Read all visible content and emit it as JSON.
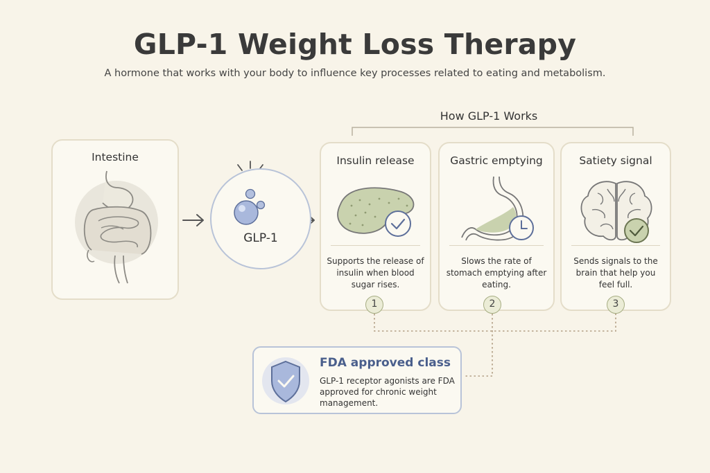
{
  "header": {
    "title": "GLP-1 Weight Loss Therapy",
    "subtitle": "A hormone that works with your body to influence key processes related to eating and metabolism."
  },
  "intestine_card": {
    "title": "Intestine"
  },
  "hormone": {
    "label": "GLP-1"
  },
  "how_it_works": {
    "label": "How GLP-1 Works",
    "steps": [
      {
        "number": "1",
        "title": "Insulin release",
        "description": "Supports the release of insulin when blood sugar rises.",
        "icon": "pancreas-check-icon"
      },
      {
        "number": "2",
        "title": "Gastric emptying",
        "description": "Slows the rate of stomach emptying after eating.",
        "icon": "stomach-clock-icon"
      },
      {
        "number": "3",
        "title": "Satiety signal",
        "description": "Sends signals to the brain that help you feel full.",
        "icon": "brain-check-icon"
      }
    ]
  },
  "fda": {
    "title": "FDA approved class",
    "description": "GLP-1 receptor agonists are FDA approved for chronic weight management.",
    "icon": "shield-check-icon"
  },
  "colors": {
    "background": "#f8f4e9",
    "accent_blue": "#4a5f8c",
    "accent_green": "#a6ad82"
  }
}
